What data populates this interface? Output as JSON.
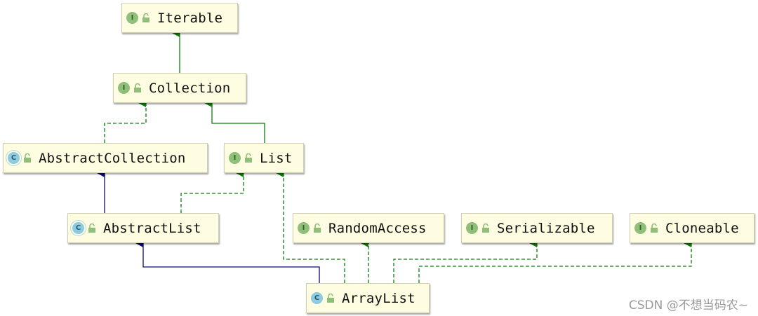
{
  "nodes": [
    {
      "id": "iterable",
      "kind": "interface",
      "kind_letter": "I",
      "label": "Iterable"
    },
    {
      "id": "collection",
      "kind": "interface",
      "kind_letter": "I",
      "label": "Collection"
    },
    {
      "id": "abstract_collection",
      "kind": "abstract",
      "kind_letter": "C",
      "label": "AbstractCollection"
    },
    {
      "id": "list",
      "kind": "interface",
      "kind_letter": "I",
      "label": "List"
    },
    {
      "id": "abstract_list",
      "kind": "abstract",
      "kind_letter": "C",
      "label": "AbstractList"
    },
    {
      "id": "random_access",
      "kind": "interface",
      "kind_letter": "I",
      "label": "RandomAccess"
    },
    {
      "id": "serializable",
      "kind": "interface",
      "kind_letter": "I",
      "label": "Serializable"
    },
    {
      "id": "cloneable",
      "kind": "interface",
      "kind_letter": "I",
      "label": "Cloneable"
    },
    {
      "id": "array_list",
      "kind": "class",
      "kind_letter": "C",
      "label": "ArrayList"
    }
  ],
  "edges": [
    {
      "from": "collection",
      "to": "iterable",
      "type": "extends"
    },
    {
      "from": "abstract_collection",
      "to": "collection",
      "type": "implements"
    },
    {
      "from": "list",
      "to": "collection",
      "type": "extends"
    },
    {
      "from": "abstract_list",
      "to": "abstract_collection",
      "type": "class-extends"
    },
    {
      "from": "abstract_list",
      "to": "list",
      "type": "implements"
    },
    {
      "from": "array_list",
      "to": "abstract_list",
      "type": "class-extends"
    },
    {
      "from": "array_list",
      "to": "list",
      "type": "implements"
    },
    {
      "from": "array_list",
      "to": "random_access",
      "type": "implements"
    },
    {
      "from": "array_list",
      "to": "serializable",
      "type": "implements"
    },
    {
      "from": "array_list",
      "to": "cloneable",
      "type": "implements"
    }
  ],
  "colors": {
    "interface_edge": "#0c7f0c",
    "class_edge": "#0a0a7a",
    "node_fill": "#fffde1",
    "interface_badge": "#8fc07a",
    "class_badge": "#8ccbe0"
  },
  "watermark": "CSDN @不想当码农~"
}
